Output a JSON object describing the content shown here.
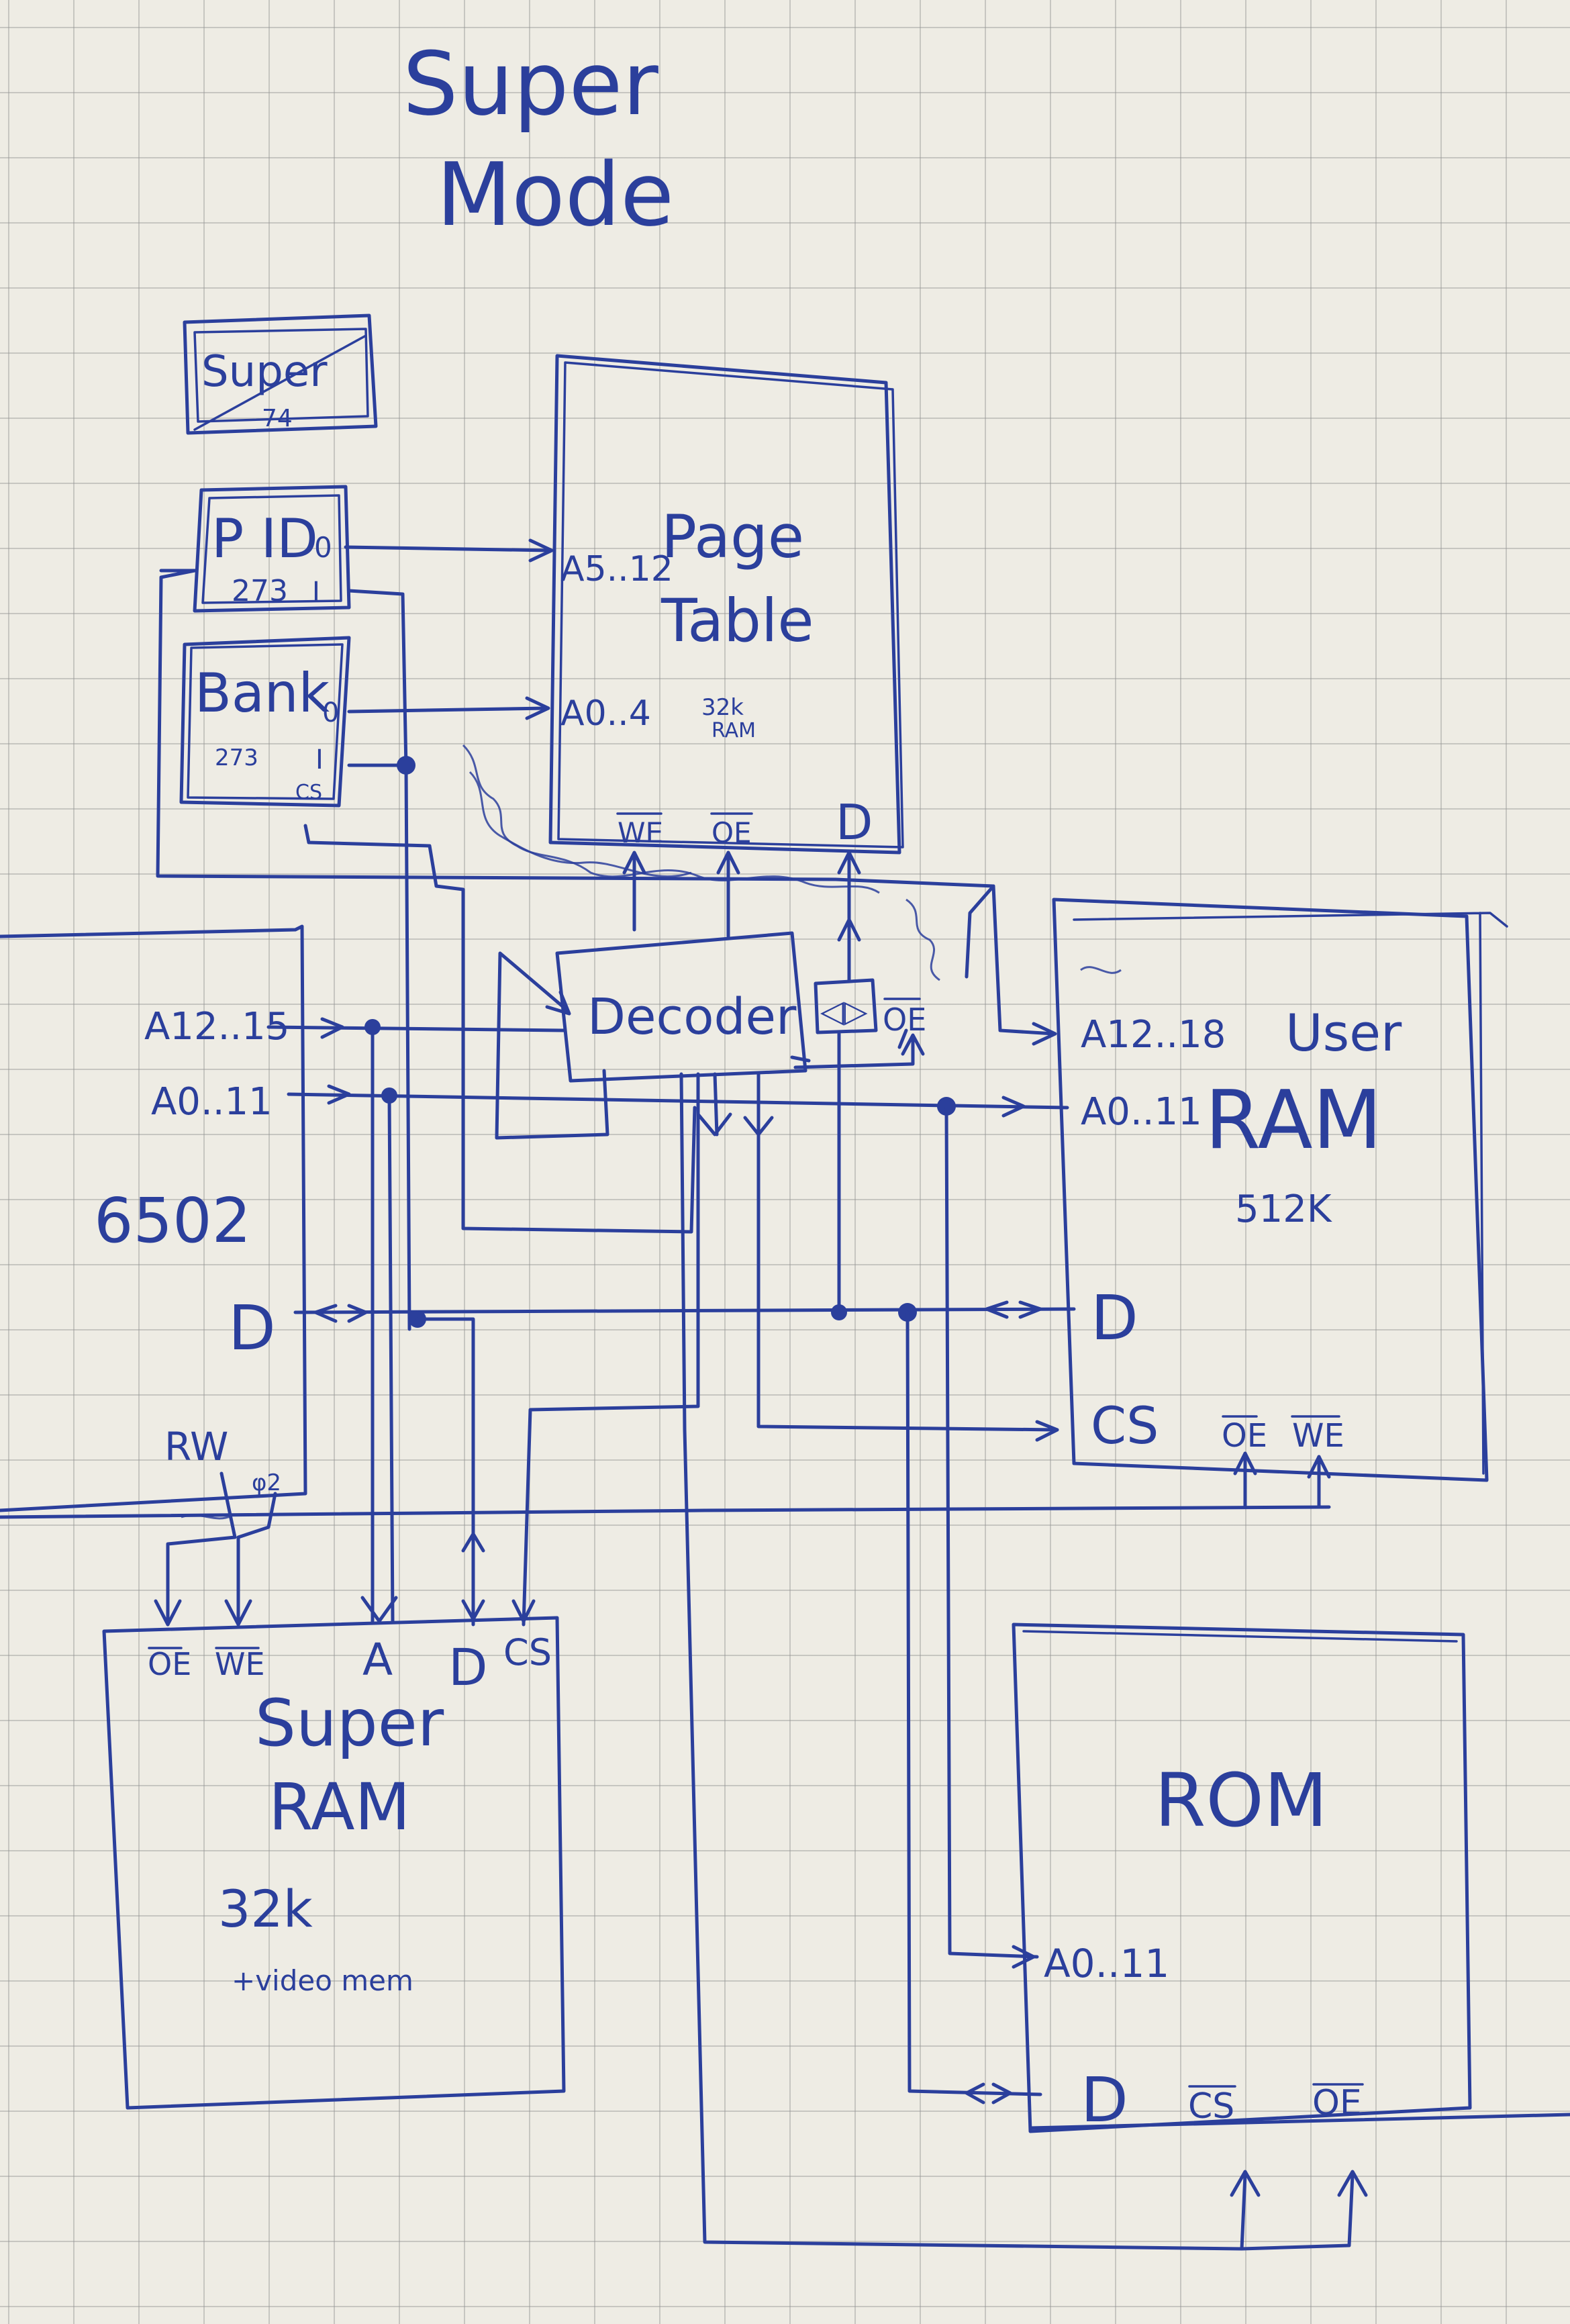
{
  "title": [
    "Super",
    "Mode"
  ],
  "blocks": {
    "super74": {
      "name": "Super",
      "part": "74"
    },
    "pid": {
      "name": "P ID",
      "suffix": "0",
      "part": "273",
      "pin": "I"
    },
    "bank": {
      "name": "Bank",
      "suffix": "0",
      "part": "273",
      "pin": "I",
      "cs": "CS"
    },
    "page_table": {
      "name": [
        "Page",
        "Table"
      ],
      "size": [
        "32k",
        "RAM"
      ],
      "addr_high": "A5..12",
      "addr_low": "A0..4",
      "we": "WE",
      "oe": "OE",
      "data": "D"
    },
    "decoder": {
      "name": "Decoder"
    },
    "buffer": {
      "symbol": "◁▷",
      "oe": "OE"
    },
    "cpu": {
      "name": "6502",
      "addr_high": "A12..15",
      "addr_low": "A0..11",
      "data": "D",
      "rw": "RW",
      "phi2": "φ2"
    },
    "user_ram": {
      "name": "RAM",
      "type": "User",
      "size": "512K",
      "addr_high": "A12..18",
      "addr_low": "A0..11",
      "data": "D",
      "cs": "CS",
      "oe": "OE",
      "we": "WE"
    },
    "super_ram": {
      "name": [
        "Super",
        "RAM"
      ],
      "size": "32k",
      "note": "+video mem",
      "oe": "OE",
      "we": "WE",
      "addr": "A",
      "data": "D",
      "cs": "CS"
    },
    "rom": {
      "name": "ROM",
      "addr": "A0..11",
      "data": "D",
      "cs": "CS",
      "oe": "OE"
    }
  },
  "colors": {
    "ink": "#2b3f9c",
    "paper": "#eeece4",
    "grid": "#969696"
  }
}
